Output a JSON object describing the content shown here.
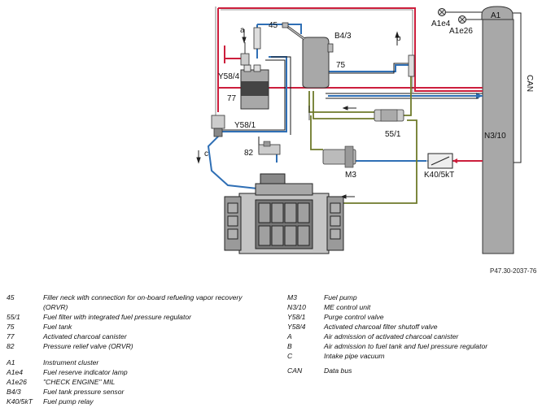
{
  "diagram": {
    "labels": {
      "l45": "45",
      "lb43": "B4/3",
      "l75": "75",
      "la": "a",
      "lb": "b",
      "ly584": "Y58/4",
      "l77": "77",
      "ly581": "Y58/1",
      "lc": "c",
      "l82": "82",
      "l551": "55/1",
      "lm3": "M3",
      "lk40": "K40/5kT",
      "ln310": "N3/10",
      "la1": "A1",
      "la1e4": "A1e4",
      "la1e26": "A1e26",
      "lcan": "CAN"
    },
    "figure_ref": "P47.30-2037-76",
    "colors": {
      "red": "#cc1e3c",
      "blue": "#2f6fb5",
      "green": "#6e7a2a",
      "tube": "#1a1a1a",
      "component_gray": "#a8a8a8"
    }
  },
  "legend_left": [
    {
      "key": "45",
      "text": "Filler neck with connection for on-board refueling vapor recovery (ORVR)"
    },
    {
      "key": "55/1",
      "text": "Fuel filter with integrated fuel pressure regulator"
    },
    {
      "key": "75",
      "text": "Fuel tank"
    },
    {
      "key": "77",
      "text": "Activated charcoal canister"
    },
    {
      "key": "82",
      "text": "Pressure relief valve (ORVR)"
    }
  ],
  "legend_left2": [
    {
      "key": "A1",
      "text": "Instrument cluster"
    },
    {
      "key": "A1e4",
      "text": "Fuel reserve indicator lamp"
    },
    {
      "key": "A1e26",
      "text": "\"CHECK ENGINE\" MIL"
    },
    {
      "key": "B4/3",
      "text": "Fuel tank pressure sensor"
    },
    {
      "key": "K40/5kT",
      "text": "Fuel pump relay"
    }
  ],
  "legend_right": [
    {
      "key": "M3",
      "text": "Fuel pump"
    },
    {
      "key": "N3/10",
      "text": "ME control unit"
    },
    {
      "key": "Y58/1",
      "text": "Purge control valve"
    },
    {
      "key": "Y58/4",
      "text": "Activated charcoal filter shutoff valve"
    },
    {
      "key": "A",
      "text": "Air admission of activated charcoal canister"
    },
    {
      "key": "B",
      "text": "Air admission to fuel tank and fuel pressure regulator"
    },
    {
      "key": "C",
      "text": "Intake pipe vacuum"
    }
  ],
  "legend_right2": [
    {
      "key": "CAN",
      "text": "Data bus"
    }
  ]
}
